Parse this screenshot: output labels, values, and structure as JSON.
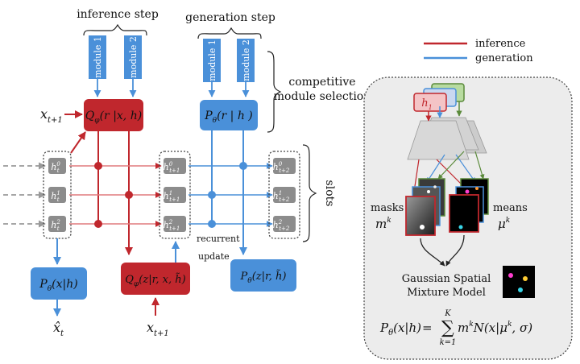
{
  "headers": {
    "inference_step": "inference step",
    "generation_step": "generation step"
  },
  "modules": {
    "module1": "module 1",
    "module2": "module 2"
  },
  "competitive": {
    "line1": "competitive",
    "line2": "module selection"
  },
  "inputs": {
    "x_top": {
      "main": "x",
      "sub": "t+1"
    },
    "x_bottom": {
      "main": "x",
      "sub": "t+1"
    }
  },
  "boxes": {
    "q_r": {
      "lead": "Q",
      "sub": "φ",
      "args": "(r |x, h)"
    },
    "p_r": {
      "lead": "P",
      "sub": "θ",
      "args": "(r | h )"
    },
    "p_x": {
      "lead": "P",
      "sub": "θ",
      "args": "(x|h)"
    },
    "q_z": {
      "lead": "Q",
      "sub": "φ",
      "args": "(z|r, x, h̃)"
    },
    "p_z": {
      "lead": "P",
      "sub": "θ",
      "args": "(z|r, h̃)"
    }
  },
  "slots": {
    "col0": [
      {
        "main": "h",
        "sub": "t",
        "sup": "0"
      },
      {
        "main": "h",
        "sub": "t",
        "sup": "1"
      },
      {
        "main": "h",
        "sub": "t",
        "sup": "2"
      }
    ],
    "col1": [
      {
        "main": "h",
        "sub": "t+1",
        "sup": "0"
      },
      {
        "main": "h",
        "sub": "t+1",
        "sup": "1"
      },
      {
        "main": "h",
        "sub": "t+1",
        "sup": "2"
      }
    ],
    "col2": [
      {
        "main": "h",
        "sub": "t+2",
        "sup": "0"
      },
      {
        "main": "h",
        "sub": "t+2",
        "sup": "1"
      },
      {
        "main": "h",
        "sub": "t+2",
        "sup": "2"
      }
    ],
    "label": "slots"
  },
  "recurrent": {
    "line1": "recurrent",
    "line2": "update"
  },
  "output": {
    "main": "x̂",
    "sub": "t"
  },
  "legend": {
    "inference": "inference",
    "generation": "generation"
  },
  "right_panel": {
    "h1": {
      "main": "h",
      "sub": "1"
    },
    "masks": {
      "line1": "masks",
      "main": "m",
      "sup": "k"
    },
    "means": {
      "line1": "means",
      "main": "μ",
      "sup": "k"
    },
    "gsmm": {
      "line1": "Gaussian Spatial",
      "line2": "Mixture Model"
    },
    "formula": {
      "lhs_lead": "P",
      "lhs_sub": "θ",
      "lhs_args": "(x|h)",
      "eq": "=",
      "sum_top": "K",
      "sum_bottom": "k=1",
      "rhs": "m",
      "rhs_sup": "k",
      "rhs_tail": "N(x|μ",
      "rhs_tail_sup": "k",
      "rhs_end": ", σ)"
    }
  },
  "colors": {
    "inference": "#c0272d",
    "generation": "#4a90d9",
    "slot": "#888888",
    "panel": "#ececec"
  }
}
